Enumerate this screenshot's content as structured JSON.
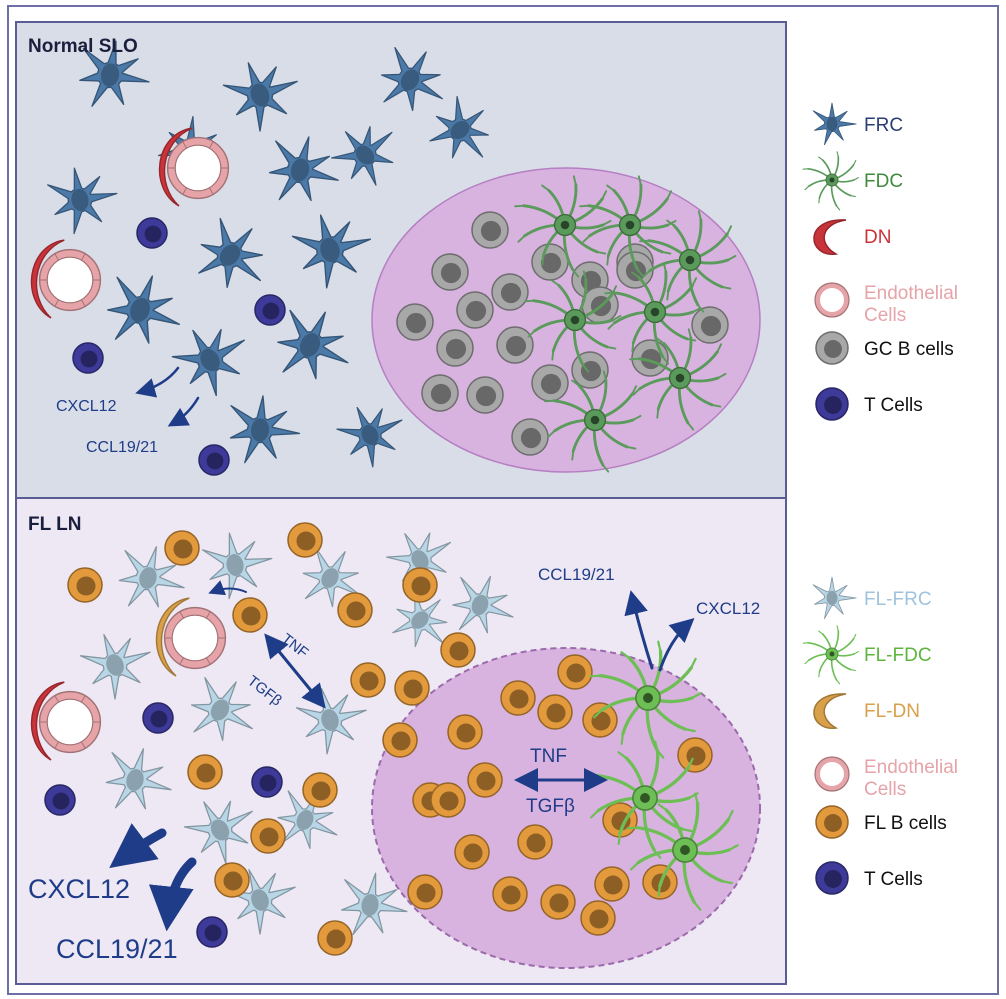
{
  "colors": {
    "panel_top_bg": "#d9dde8",
    "panel_bottom_bg": "#ede8f3",
    "frc": "#4b79a8",
    "fl_frc": "#b9d6e6",
    "fdc": "#5a9a5a",
    "fl_fdc": "#6dbf55",
    "dn": "#c9333a",
    "fl_dn": "#d8a04a",
    "endothelial": "#e6a3a8",
    "gc_b": "#a8a8a8",
    "fl_b": "#e39a3c",
    "t_cell": "#3d3a9a",
    "germinal_center": "#d9b3e0",
    "arrow": "#1f3c88"
  },
  "top_panel": {
    "title": "Normal SLO",
    "labels": {
      "cxcl12": "CXCL12",
      "ccl19_21": "CCL19/21"
    }
  },
  "bottom_panel": {
    "title": "FL LN",
    "labels": {
      "ccl19_21_top": "CCL19/21",
      "cxcl12_top": "CXCL12",
      "tnf_left": "TNF",
      "tgfb_left": "TGFβ",
      "tnf_gc": "TNF",
      "tgfb_gc": "TGFβ",
      "cxcl12_big": "CXCL12",
      "ccl19_21_big": "CCL19/21"
    }
  },
  "legend_top": [
    {
      "key": "frc",
      "label": "FRC"
    },
    {
      "key": "fdc",
      "label": "FDC"
    },
    {
      "key": "dn",
      "label": "DN"
    },
    {
      "key": "endothelial",
      "label": "Endothelial\nCells"
    },
    {
      "key": "gc_b",
      "label": "GC B cells"
    },
    {
      "key": "t_cell",
      "label": "T Cells"
    }
  ],
  "legend_bottom": [
    {
      "key": "fl_frc",
      "label": "FL-FRC"
    },
    {
      "key": "fl_fdc",
      "label": "FL-FDC"
    },
    {
      "key": "fl_dn",
      "label": "FL-DN"
    },
    {
      "key": "endothelial",
      "label": "Endothelial\nCells"
    },
    {
      "key": "fl_b",
      "label": "FL B cells"
    },
    {
      "key": "t_cell",
      "label": "T Cells"
    }
  ]
}
